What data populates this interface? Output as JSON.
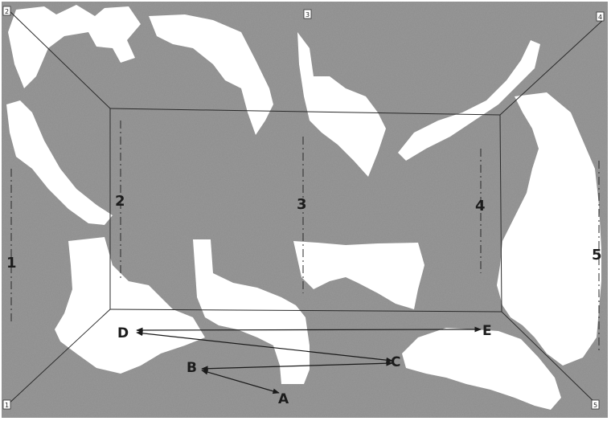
{
  "background_color": "#8c8c8c",
  "paper_color": "#ffffff",
  "line_color": "#1a1a1a",
  "corner_markers": [
    "1",
    "2",
    "3",
    "4",
    "5"
  ],
  "wall_labels": [
    "1",
    "2",
    "3",
    "4",
    "5"
  ],
  "point_labels": [
    "A",
    "B",
    "C",
    "D",
    "E"
  ]
}
